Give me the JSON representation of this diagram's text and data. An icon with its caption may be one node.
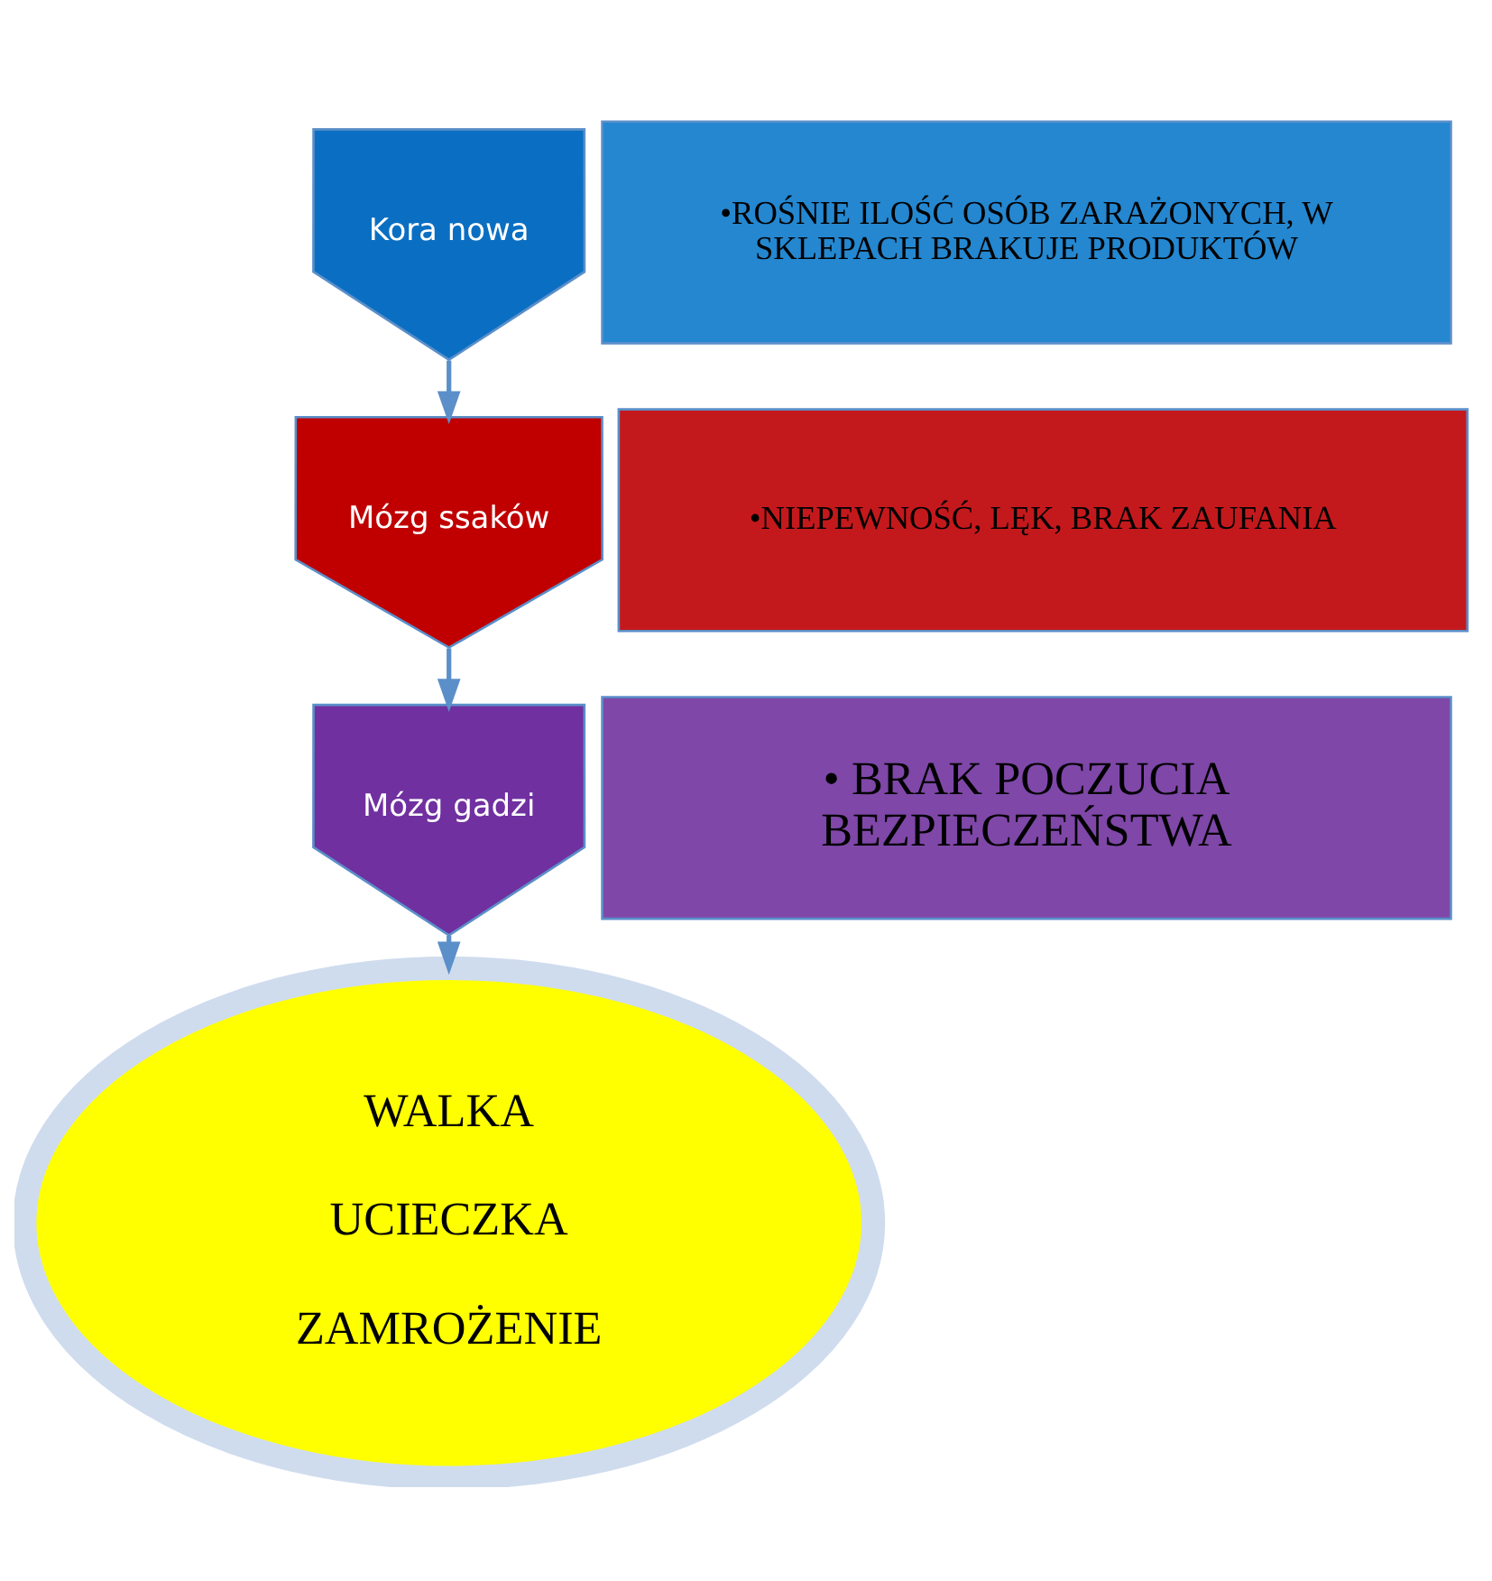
{
  "diagram": {
    "nodes": [
      {
        "text": [
          "Kora nowa"
        ]
      },
      {
        "text": [
          "•ROŚNIE ILOŚĆ OSÓB ZARAŻONYCH, W SKLEPACH BRAKUJE PRODUKTÓW"
        ]
      },
      {
        "text": [
          "Mózg ssaków"
        ]
      },
      {
        "text": [
          "•NIEPEWNOŚĆ, LĘK, BRAK ZAUFANIA"
        ]
      },
      {
        "text": [
          "Mózg gadzi"
        ]
      },
      {
        "text": [
          "• BRAK POCZUCIA BEZPIECZEŃSTWA"
        ]
      },
      {
        "text": [
          "WALKA",
          "UCIECZKA",
          "ZAMROŻENIE"
        ]
      }
    ],
    "edges": [
      {
        "from": 0,
        "to": 2,
        "arrow": "to"
      },
      {
        "from": 2,
        "to": 4,
        "arrow": "to"
      },
      {
        "from": 4,
        "to": 6,
        "arrow": "to"
      }
    ]
  }
}
